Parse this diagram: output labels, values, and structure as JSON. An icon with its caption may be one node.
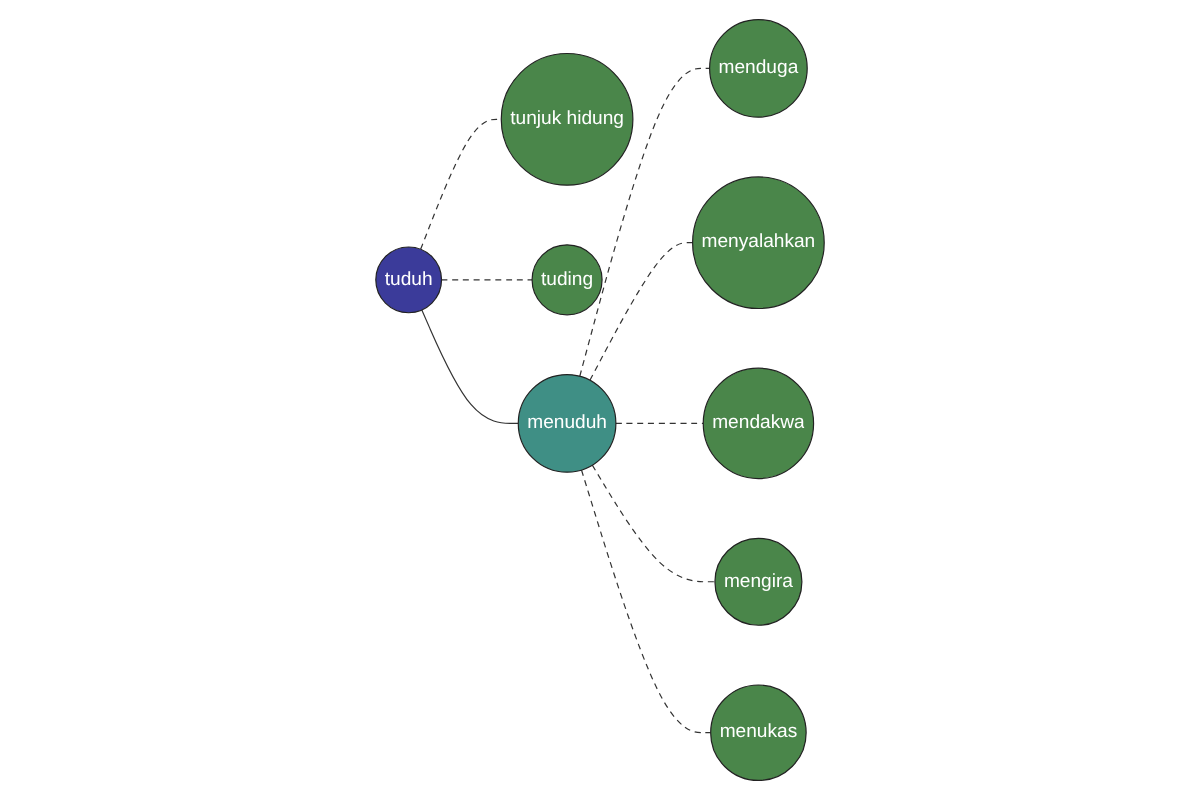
{
  "diagram": {
    "nodes": [
      {
        "text": [
          "tuduh"
        ]
      },
      {
        "text": [
          "tunjuk hidung"
        ]
      },
      {
        "text": [
          "tuding"
        ]
      },
      {
        "text": [
          "menuduh"
        ]
      },
      {
        "text": [
          "menduga"
        ]
      },
      {
        "text": [
          "menyalahkan"
        ]
      },
      {
        "text": [
          "mendakwa"
        ]
      },
      {
        "text": [
          "mengira"
        ]
      },
      {
        "text": [
          "menukas"
        ]
      }
    ],
    "edges": [
      {
        "from": 0,
        "to": 1,
        "arrow": "none",
        "style": "dashed"
      },
      {
        "from": 0,
        "to": 2,
        "arrow": "none",
        "style": "dashed"
      },
      {
        "from": 0,
        "to": 3,
        "arrow": "none"
      },
      {
        "from": 3,
        "to": 4,
        "arrow": "none",
        "style": "dashed"
      },
      {
        "from": 3,
        "to": 5,
        "arrow": "none",
        "style": "dashed"
      },
      {
        "from": 3,
        "to": 6,
        "arrow": "none",
        "style": "dashed"
      },
      {
        "from": 3,
        "to": 7,
        "arrow": "none",
        "style": "dashed"
      },
      {
        "from": 3,
        "to": 8,
        "arrow": "none",
        "style": "dashed"
      }
    ]
  }
}
